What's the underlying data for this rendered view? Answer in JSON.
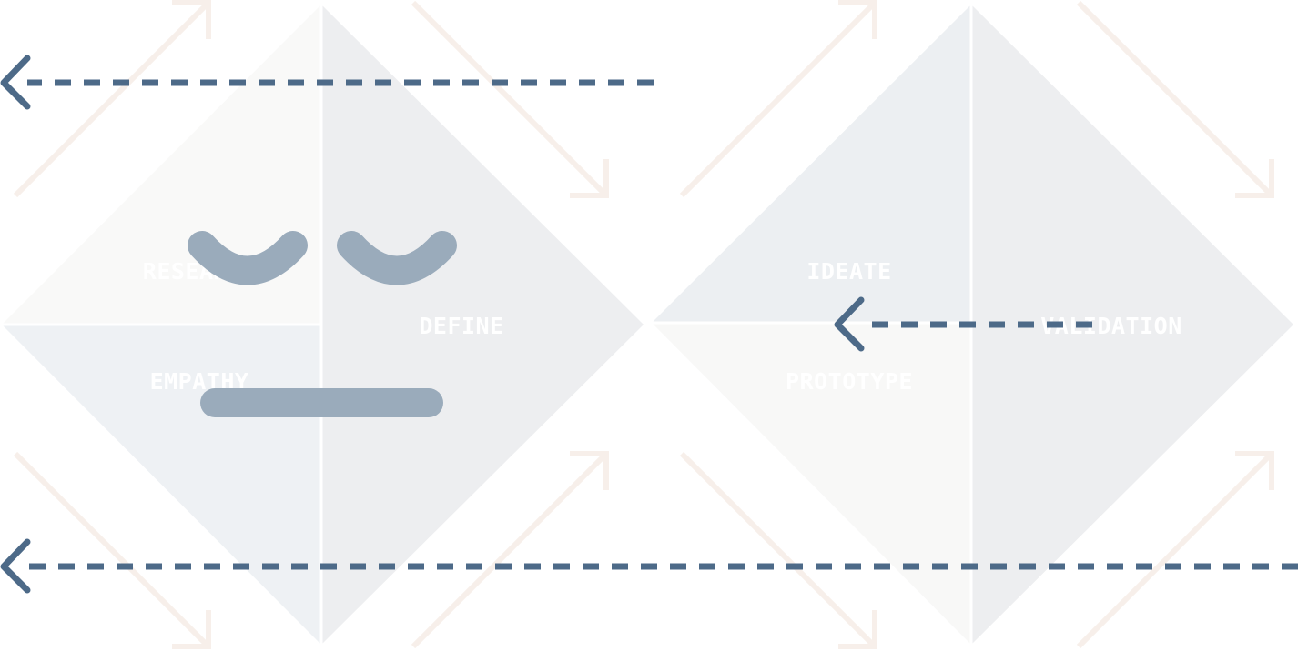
{
  "diagram": {
    "labels": {
      "research": "RESEARCH",
      "define": "DEFINE",
      "empathy": "EMPATHY",
      "ideate": "IDEATE",
      "validation": "VALIDATION",
      "prototype": "PROTOTYPE"
    },
    "colors": {
      "quadrant_light": "#f8f8f7",
      "quadrant_blue": "#edf0f3",
      "quadrant_grey": "#ecedef",
      "arrow_dashed": "#4d6a88",
      "face": "#9aabbb",
      "background_arrows": "#f7efea"
    },
    "icons": [
      "dashed-arrow-left-icon",
      "diagonal-arrow-icon",
      "sleeping-face-icon"
    ]
  }
}
